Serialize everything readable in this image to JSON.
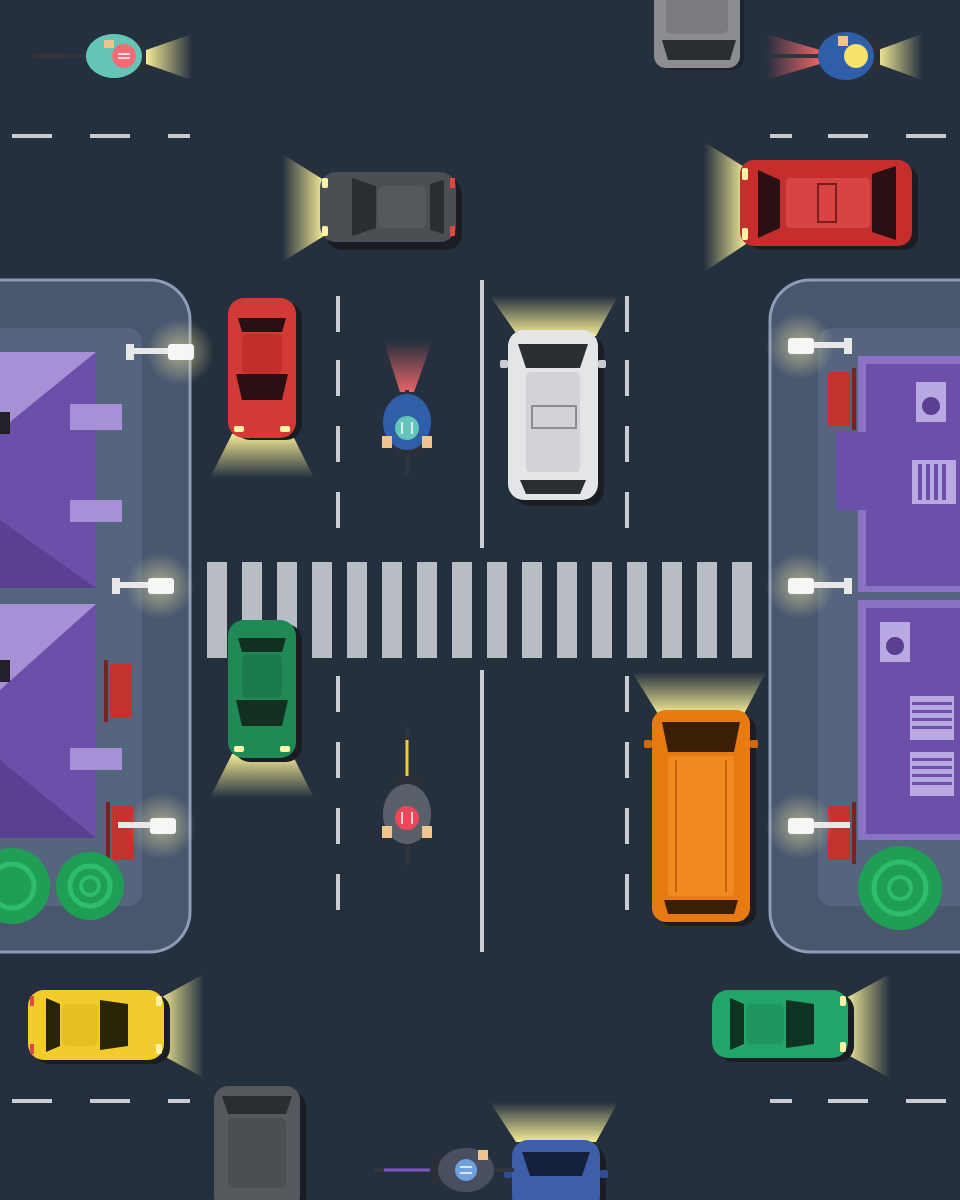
{
  "scene": {
    "palette": {
      "road": "#25303f",
      "lane_marking": "#c9ccd2",
      "crosswalk": "#b8bcc3",
      "sidewalk": "#48566e",
      "sidewalk_border": "#8d9bb6",
      "building": "#6c4fa8",
      "building_trim": "#8a72c4",
      "roof_light": "#a691d6",
      "headlight": "#fff59a",
      "taillight_beam": "#ff6a6a",
      "lamp_glow": "#fff3a8",
      "bench": "#c2322f",
      "bush": "#1f9e55"
    },
    "vehicles": [
      {
        "name": "gray-car-top-right",
        "kind": "car",
        "color": "#8b8d90",
        "heading": "down"
      },
      {
        "name": "dark-car-upper",
        "kind": "car",
        "color": "#4b4e52",
        "heading": "left"
      },
      {
        "name": "red-van-upper-right",
        "kind": "van",
        "color": "#c62e2e",
        "heading": "left"
      },
      {
        "name": "red-car-left-lane",
        "kind": "car",
        "color": "#d23a35",
        "heading": "down"
      },
      {
        "name": "white-suv",
        "kind": "suv",
        "color": "#e4e5e7",
        "heading": "up"
      },
      {
        "name": "green-car-left-lane",
        "kind": "car",
        "color": "#1f8a55",
        "heading": "down"
      },
      {
        "name": "orange-van",
        "kind": "van",
        "color": "#e87a12",
        "heading": "up"
      },
      {
        "name": "yellow-car-lower",
        "kind": "car",
        "color": "#f1cc2c",
        "heading": "right"
      },
      {
        "name": "green-car-lower-right",
        "kind": "car",
        "color": "#22a56b",
        "heading": "right"
      },
      {
        "name": "dark-car-bottom",
        "kind": "car",
        "color": "#55585c",
        "heading": "up"
      },
      {
        "name": "blue-car-bottom",
        "kind": "car",
        "color": "#3d5fa8",
        "heading": "up"
      }
    ],
    "cyclists": [
      {
        "name": "cyclist-teal-top-left",
        "shirt": "#63c6b8",
        "helmet": "#f06b72",
        "heading": "right"
      },
      {
        "name": "cyclist-blue-top-right",
        "shirt": "#2f5fa8",
        "helmet": "#f7e36b",
        "heading": "right"
      },
      {
        "name": "cyclist-center-upper",
        "shirt": "#2f5fa8",
        "helmet": "#63c6b8",
        "heading": "up"
      },
      {
        "name": "cyclist-center-lower",
        "shirt": "#59606a",
        "helmet": "#f0465a",
        "heading": "down"
      },
      {
        "name": "cyclist-bottom",
        "shirt": "#4a4f60",
        "helmet": "#6fa0e0",
        "heading": "left"
      }
    ]
  }
}
